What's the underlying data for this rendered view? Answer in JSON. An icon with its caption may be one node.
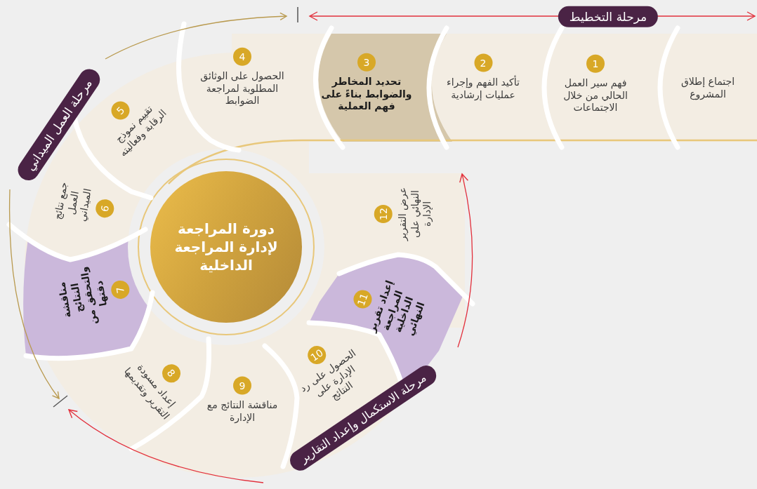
{
  "diagram": {
    "nodes": [
      {
        "text": [
          "اجتماع إطلاق المشروع"
        ]
      },
      {
        "text": [
          "1",
          "فهم سير العمل الحالي من خلال الاجتماعات"
        ]
      },
      {
        "text": [
          "2",
          "تأكيد الفهم وإجراء عمليات إرشادية"
        ]
      },
      {
        "text": [
          "3",
          "تحديد المخاطر والضوابط بناءً على فهم العملية"
        ]
      },
      {
        "text": [
          "4",
          "الحصول على الوثائق المطلوبة لمراجعة الضوابط"
        ]
      },
      {
        "text": [
          "5",
          "تقييم نموذج الرقابة وفعاليته"
        ]
      },
      {
        "text": [
          "6",
          "جمع نتائج العمل الميداني"
        ]
      },
      {
        "text": [
          "7",
          "مناقشة النتائج والتحقق من دقتها"
        ]
      },
      {
        "text": [
          "8",
          "إعداد مسودة التقرير وتقديمها"
        ]
      },
      {
        "text": [
          "9",
          "مناقشة النتائج مع الإدارة"
        ]
      },
      {
        "text": [
          "10",
          "الحصول على رد الإدارة على النتائج"
        ]
      },
      {
        "text": [
          "11",
          "إعداد تقرير المراجعة الداخلية النهائي"
        ]
      },
      {
        "text": [
          "12",
          "عرض التقرير النهائي على الإدارة"
        ]
      },
      {
        "text": [
          "دورة المراجعة لإدارة المراجعة الداخلية"
        ]
      }
    ],
    "labels": [
      "مرحلة التخطيط",
      "مرحلة العمل الميداني",
      "مرحلة الاستكمال وإعداد التقارير"
    ]
  }
}
